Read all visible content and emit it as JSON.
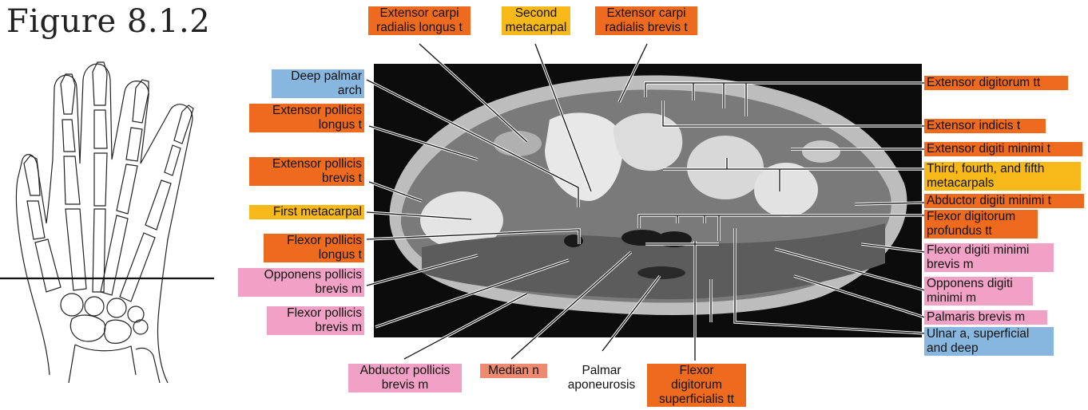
{
  "figure_title": "Figure 8.1.2",
  "colors": {
    "orange": "#ee6a1f",
    "yellow": "#f7b919",
    "blue": "#87b7df",
    "pink": "#f2a1c6",
    "salmon": "#ee8a6f"
  },
  "labels": {
    "extensor_carpi_radialis_longus": "Extensor carpi\nradialis longus t",
    "second_metacarpal": "Second\nmetacarpal",
    "extensor_carpi_radialis_brevis": "Extensor carpi\nradialis brevis t",
    "deep_palmar_arch": "Deep palmar\narch",
    "extensor_pollicis_longus": "Extensor pollicis\nlongus t",
    "extensor_pollicis_brevis": "Extensor pollicis\nbrevis t",
    "first_metacarpal": "First metacarpal",
    "flexor_pollicis_longus": "Flexor pollicis\nlongus t",
    "opponens_pollicis_brevis": "Opponens pollicis\nbrevis m",
    "flexor_pollicis_brevis": "Flexor pollicis\nbrevis m",
    "abductor_pollicis_brevis": "Abductor pollicis\nbrevis m",
    "median_n": "Median n",
    "palmar_aponeurosis": "Palmar\naponeurosis",
    "flexor_digitorum_superficialis": "Flexor\ndigitorum\nsuperficialis tt",
    "extensor_digitorum": "Extensor digitorum tt",
    "extensor_indicis": "Extensor indicis t",
    "extensor_digiti_minimi": "Extensor digiti minimi t",
    "third_fourth_fifth_metacarpals": "Third, fourth, and fifth\nmetacarpals",
    "abductor_digiti_minimi": "Abductor digiti minimi t",
    "flexor_digitorum_profundus": "Flexor digitorum\nprofundus tt",
    "flexor_digiti_minimi_brevis": "Flexor digiti minimi\nbrevis m",
    "opponens_digiti_minimi": "Opponens digiti\nminimi m",
    "palmaris_brevis": "Palmaris brevis m",
    "ulnar_a": "Ulnar a, superficial\nand deep"
  }
}
